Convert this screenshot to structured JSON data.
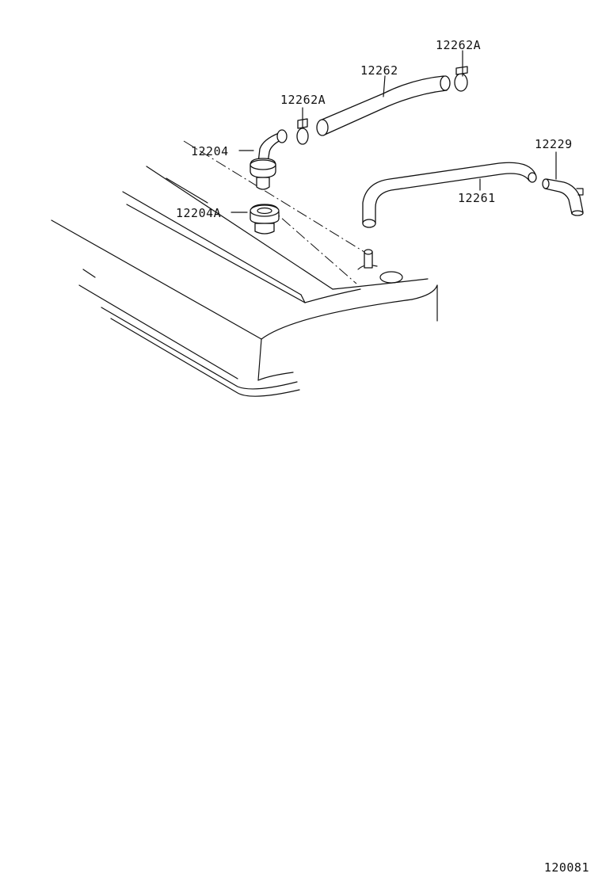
{
  "diagram": {
    "parts": [
      {
        "id": "12262A_top",
        "label": "12262A"
      },
      {
        "id": "12262",
        "label": "12262"
      },
      {
        "id": "12262A_left",
        "label": "12262A"
      },
      {
        "id": "12204",
        "label": "12204"
      },
      {
        "id": "12229",
        "label": "12229"
      },
      {
        "id": "12261",
        "label": "12261"
      },
      {
        "id": "12204A",
        "label": "12204A"
      }
    ],
    "figure_number": "120081"
  }
}
